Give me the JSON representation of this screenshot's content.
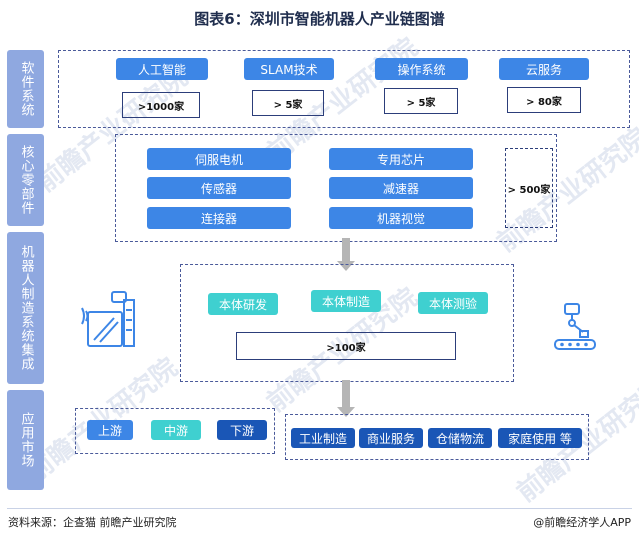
{
  "title": "图表6：深圳市智能机器人产业链图谱",
  "sidebar": {
    "software": "软件系统",
    "components": "核心零部件",
    "manufacturing": "机器人制造系统集成",
    "market": "应用市场"
  },
  "software": {
    "items": [
      {
        "label": "人工智能",
        "count": ">1000家"
      },
      {
        "label": "SLAM技术",
        "count": "> 5家"
      },
      {
        "label": "操作系统",
        "count": "> 5家"
      },
      {
        "label": "云服务",
        "count": "> 80家"
      }
    ]
  },
  "components": {
    "left": [
      "伺服电机",
      "传感器",
      "连接器"
    ],
    "right": [
      "专用芯片",
      "减速器",
      "机器视觉"
    ],
    "count": "> 500家"
  },
  "manufacturing": {
    "items": [
      "本体研发",
      "本体制造",
      "本体测验"
    ],
    "count": ">100家"
  },
  "market": {
    "stages": [
      "上游",
      "中游",
      "下游"
    ],
    "applications": [
      "工业制造",
      "商业服务",
      "仓储物流",
      "家庭使用 等"
    ]
  },
  "footer": {
    "source": "资料来源：企查猫 前瞻产业研究院",
    "brand": "@前瞻经济学人APP"
  },
  "colors": {
    "sidebar": "#8fa8e0",
    "pill_blue": "#3d86e6",
    "pill_teal": "#3fd0d0",
    "pill_navy": "#1a56b6",
    "border": "#4a5a9a"
  },
  "icons": [
    "robot-arm-icon",
    "assembly-line-icon"
  ]
}
